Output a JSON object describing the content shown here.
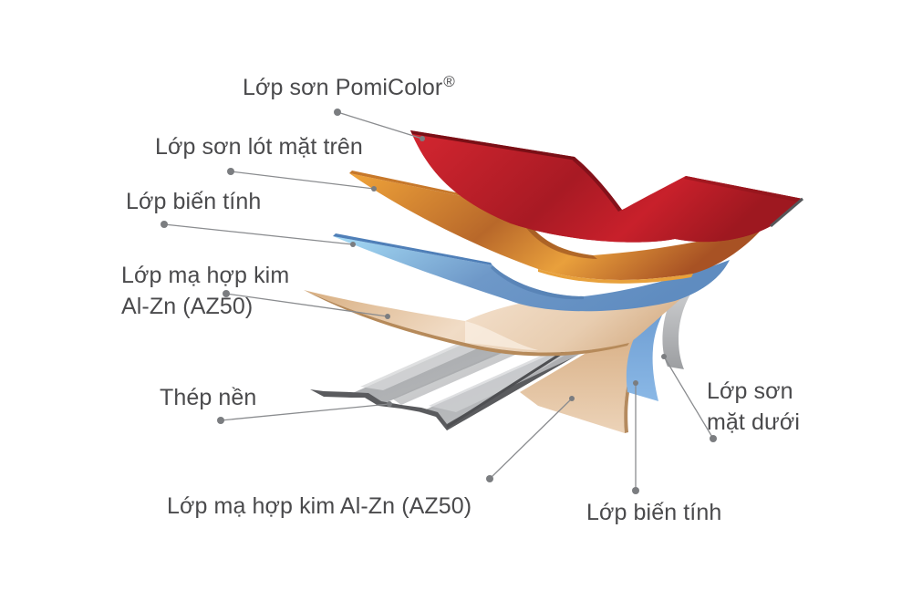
{
  "title": "Cấu tạo tôn lợp nhiều lớp",
  "labels": {
    "pomicolor": {
      "text": "Lớp sơn PomiColor",
      "mark": "®"
    },
    "primer_top": {
      "text": "Lớp sơn lót mặt trên"
    },
    "pretreat_top": {
      "text": "Lớp biến tính"
    },
    "alzn_top": {
      "line1": "Lớp mạ hợp kim",
      "line2": "Al-Zn (AZ50)"
    },
    "steel_base": {
      "text": "Thép nền"
    },
    "alzn_bottom": {
      "text": "Lớp mạ hợp kim Al-Zn (AZ50)"
    },
    "pretreat_bottom": {
      "text": "Lớp biến tính"
    },
    "backcoat": {
      "line1": "Lớp sơn",
      "line2": "mặt dưới"
    }
  },
  "colors": {
    "red_layer": "#c1202a",
    "orange_layer": "#d98a2c",
    "blue_layer": "#7fb3e0",
    "tan_layer": "#ddb58c",
    "steel": "#a9abae",
    "backcoat": "#b9babd",
    "leader": "#8a8c8f",
    "text": "#4a4a4c"
  }
}
